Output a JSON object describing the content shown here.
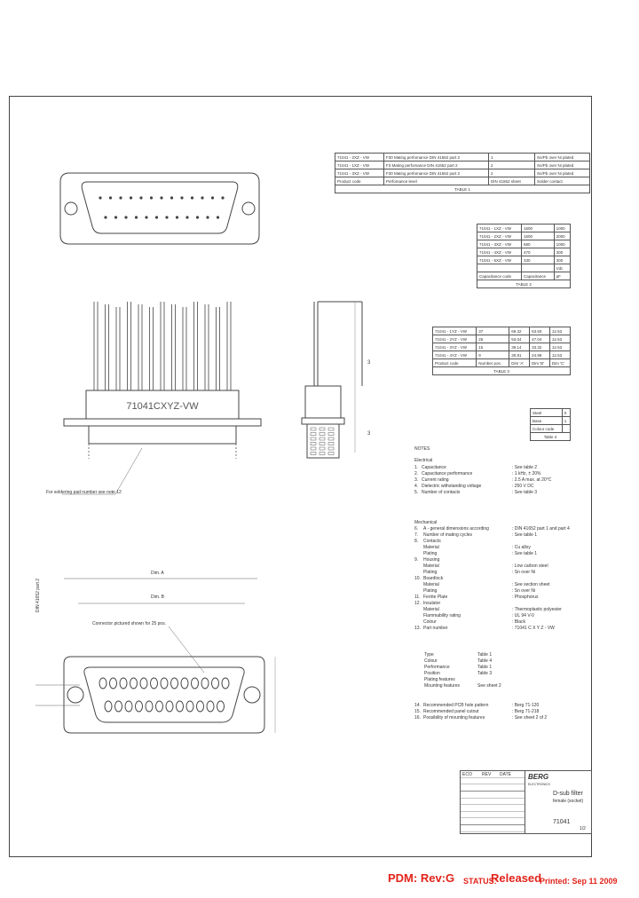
{
  "table1": {
    "rows": [
      [
        "71041 - 2XZ - VW",
        "F30 Mating perfomance DIN 41652 part 2",
        "1",
        "Sn/Pb over Ni plated"
      ],
      [
        "71041 - 1XZ - VW",
        "F3 Mating perfomance DIN 41652 part 2",
        "2",
        "Sn/Pb over Ni plated"
      ],
      [
        "71041 - 3XZ - VW",
        "F30 Mating perfomance DIN 41652 part 2",
        "2",
        "Sn/Pb over Ni plated"
      ],
      [
        "Product code",
        "Perfomance level",
        "DIN 41652 sheet",
        "Solder contact"
      ]
    ],
    "caption": "TABLE 1"
  },
  "table2": {
    "rows": [
      [
        "71041 - 1XZ - VW",
        "1600",
        "1000"
      ],
      [
        "71041 - 2XZ - VW",
        "1500",
        "2000"
      ],
      [
        "71041 - 3XZ - VW",
        "680",
        "1000"
      ],
      [
        "71041 - 4XZ - VW",
        "470",
        "300"
      ],
      [
        "71041 - 5XZ - VW",
        "330",
        "300"
      ],
      [
        "",
        "",
        "Vdc"
      ],
      [
        "Capacitance code",
        "Capacitance",
        "pF"
      ]
    ],
    "caption": "TABLE 2"
  },
  "table3": {
    "rows": [
      [
        "71041 - 1YZ - VW",
        "37",
        "69.32",
        "63.50",
        "12.53"
      ],
      [
        "71041 - 2YZ - VW",
        "25",
        "53.04",
        "47.04",
        "12.53"
      ],
      [
        "71041 - 3YZ - VW",
        "15",
        "39.14",
        "33.32",
        "12.53"
      ],
      [
        "71041 - 4YZ - VW",
        "9",
        "30.81",
        "24.99",
        "12.53"
      ],
      [
        "Product code",
        "Number pos.",
        "Dim 'A'",
        "Dim 'B'",
        "Dim 'C'"
      ]
    ],
    "caption": "TABLE 3"
  },
  "codes": [
    [
      "Steel",
      "0"
    ],
    [
      "Base",
      "1"
    ],
    [
      "Colour code",
      ""
    ],
    [
      "Table 4",
      ""
    ]
  ],
  "drawing": {
    "part_marking": "71041CXYZ-VW",
    "label_plating": "For soldering pad number see note 12",
    "label_connector": "Connector pictured shown for 25 pos.",
    "dim_a": "Dim. A",
    "dim_b": "Dim. B",
    "side_ref": "DIN 41652 part 2"
  },
  "notes": {
    "title": "NOTES",
    "electrical_title": "Electrical",
    "electrical": [
      [
        "1.",
        "Capacitance",
        ": See table 2"
      ],
      [
        "2.",
        "Capacitance performance",
        ": 1 kHz, ± 20%"
      ],
      [
        "3.",
        "Current rating",
        ": 2.5 A max. at 20°C"
      ],
      [
        "4.",
        "Dielectric withstanding voltage",
        ": 250 V DC"
      ],
      [
        "5.",
        "Number of contacts",
        ": See table 3"
      ]
    ],
    "mechanical_title": "Mechanical",
    "mechanical": [
      [
        "6.",
        "A - general dimensions according",
        ": DIN 41652 part 1 and part 4"
      ],
      [
        "7.",
        "Number of mating cycles",
        ": See table 1"
      ],
      [
        "8.",
        "Contacts",
        ""
      ],
      [
        "",
        "Material",
        ": Cu alloy"
      ],
      [
        "",
        "Plating",
        ": See table 1"
      ],
      [
        "9.",
        "Housing",
        ""
      ],
      [
        "",
        "Material",
        ": Low carbon steel"
      ],
      [
        "",
        "Plating",
        ": Sn over Ni"
      ],
      [
        "10.",
        "Boardlock",
        ""
      ],
      [
        "",
        "Material",
        ": See section sheet"
      ],
      [
        "",
        "Plating",
        ": Sn over Ni"
      ],
      [
        "11.",
        "Ferrite Plate",
        ": Phosphorus"
      ],
      [
        "12.",
        "Insulator",
        ""
      ],
      [
        "",
        "Material",
        ": Thermoplastic polyester"
      ],
      [
        "",
        "Flammability rating",
        ": UL 94 V-0"
      ],
      [
        "",
        "Colour",
        ": Black"
      ],
      [
        "13.",
        "Part number",
        ": 71041 C X Y Z - VW"
      ]
    ],
    "partnum": [
      [
        "Type",
        "Table 1"
      ],
      [
        "Colour",
        "Table 4"
      ],
      [
        "Performance",
        "Table 1"
      ],
      [
        "Position",
        "Table 3"
      ],
      [
        "Plating features",
        ""
      ],
      [
        "Mounting features",
        "See sheet 2"
      ]
    ],
    "more": [
      [
        "14.",
        "Recommended PCB hole pattern",
        ": Berg 71-120"
      ],
      [
        "15.",
        "Recommended panel cutout",
        ": Berg 71-218"
      ],
      [
        "16.",
        "Possibility of mounting features",
        ": See sheet 2 of 2"
      ]
    ]
  },
  "titleblock": {
    "logo": "BERG",
    "logo_sub": "ELECTRONICS",
    "title": "D-sub filter",
    "subtitle": "female (socket)",
    "part_no": "71041",
    "sheet": "1/2",
    "rev_a": "ECO",
    "rev_b": "REV",
    "rev_c": "DATE"
  },
  "footer": {
    "pdm": "PDM: Rev:G",
    "status_label": "STATUS:",
    "status_value": "Released",
    "printed": "Printed: Sep 11 2009"
  }
}
